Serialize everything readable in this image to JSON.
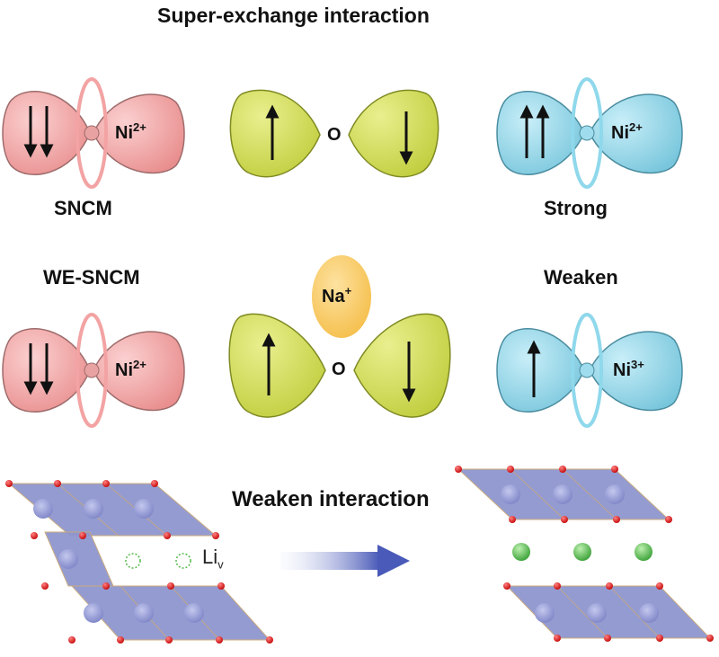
{
  "title": "Super-exchange interaction",
  "row1": {
    "left_label": "SNCM",
    "right_label": "Strong",
    "left_ion": "Ni",
    "left_charge": "2+",
    "right_ion": "Ni",
    "right_charge": "2+",
    "oxygen": "O"
  },
  "row2": {
    "left_label": "WE-SNCM",
    "right_label": "Weaken",
    "left_ion": "Ni",
    "left_charge": "2+",
    "right_ion": "Ni",
    "right_charge": "3+",
    "oxygen": "O",
    "sodium_ion": "Na",
    "sodium_charge": "+"
  },
  "bottom": {
    "caption": "Weaken interaction",
    "vacancy_label": "Li",
    "vacancy_subscript": "v"
  },
  "colors": {
    "pink_lobe": "#ee9a9a",
    "lime_lobe": "#cbd64a",
    "blue_lobe": "#86d2e6",
    "sodium": "#f8c85a",
    "slab": "#8f96cf",
    "oxygen_dot": "#dd1c1c",
    "li_ball": "#55b84a",
    "arrow": "#4a5ab8"
  }
}
